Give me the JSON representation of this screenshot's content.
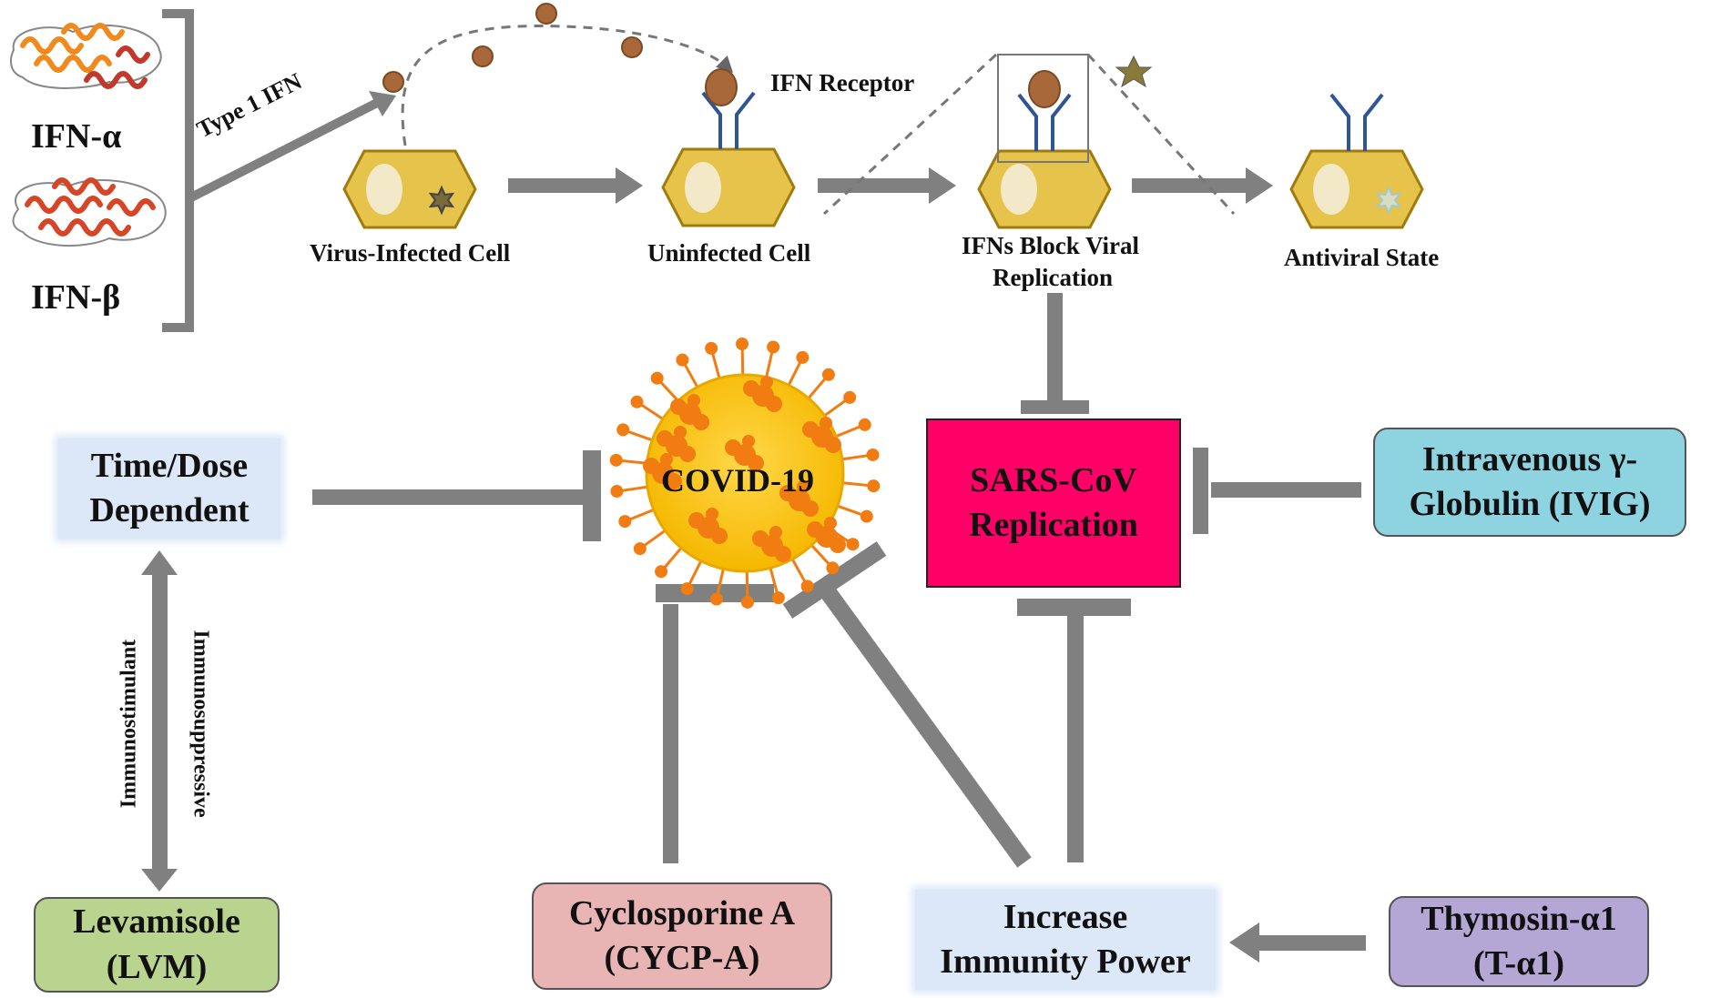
{
  "ifn_types": {
    "alpha": "IFN-α",
    "beta": "IFN-β"
  },
  "pathway": {
    "type1_label": "Type 1 IFN",
    "receptor_label": "IFN Receptor",
    "cells": [
      {
        "label_lines": [
          "Virus-Infected Cell"
        ]
      },
      {
        "label_lines": [
          "Uninfected Cell"
        ]
      },
      {
        "label_lines": [
          "IFNs Block Viral",
          "Replication"
        ]
      },
      {
        "label_lines": [
          "Antiviral State"
        ]
      }
    ]
  },
  "nodes": {
    "time_dose": [
      "Time/Dose",
      "Dependent"
    ],
    "covid": "COVID-19",
    "sars": [
      "SARS-CoV",
      "Replication"
    ],
    "ivig": [
      "Intravenous γ-",
      "Globulin (IVIG)"
    ],
    "levamisole": [
      "Levamisole",
      "(LVM)"
    ],
    "cyclosporine": [
      "Cyclosporine A",
      "(CYCP-A)"
    ],
    "immunity": [
      "Increase",
      "Immunity Power"
    ],
    "thymosin": [
      "Thymosin-α1",
      "(T-α1)"
    ]
  },
  "arrow_labels": {
    "up": "Immunostimulant",
    "down": "Immunosuppressive"
  },
  "colors": {
    "connector": "#7f7f7f",
    "cell_fill": "#e6c34a",
    "cell_stroke": "#a07c10",
    "receptor": "#2f5597",
    "virus_body": "#f5c400",
    "virus_spike": "#f07c12",
    "sars_box": "#ff0066",
    "ivig_box": "#8ed3e0",
    "levamisole_box": "#b9d48e",
    "cyclosporine_box": "#e8b4b4",
    "thymosin_box": "#b4a7d6",
    "soft_box": "#dce8f7"
  }
}
